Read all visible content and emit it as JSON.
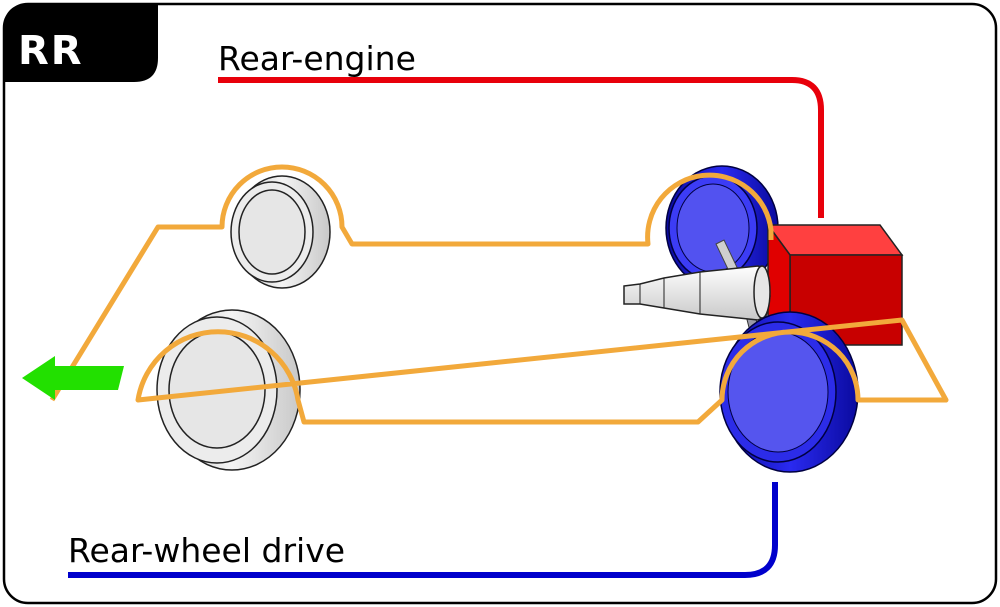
{
  "badge": {
    "text": "RR"
  },
  "labels": {
    "engine": "Rear-engine",
    "drive": "Rear-wheel drive"
  },
  "colors": {
    "frame_outline": "#f2a93b",
    "engine_line": "#e8000b",
    "drive_line": "#0000cc",
    "engine_block": "#e00000",
    "drive_wheel": "#1a1adb",
    "direction_arrow": "#22e000",
    "badge_background": "#000000",
    "badge_text": "#ffffff"
  },
  "icons": {
    "direction": "direction-arrow-icon"
  }
}
